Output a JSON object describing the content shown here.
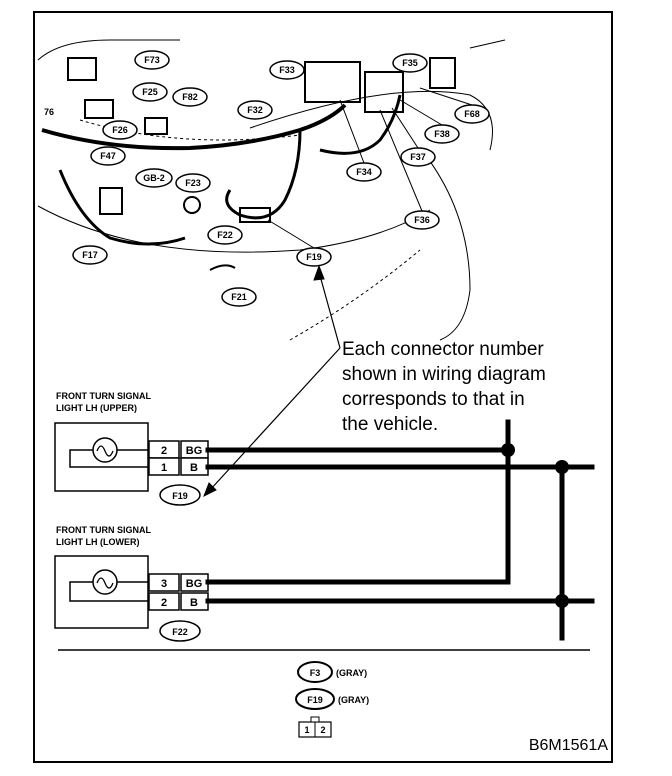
{
  "engine_bay_connectors": [
    "F73",
    "F25",
    "F82",
    "F26",
    "76",
    "F47",
    "GB-2",
    "F23",
    "F17",
    "F22",
    "F19",
    "F21",
    "F33",
    "F32",
    "F35",
    "F34",
    "F68",
    "F38",
    "F37",
    "F36"
  ],
  "callout_note": [
    "Each connector number",
    "shown in wiring diagram",
    "corresponds to that in",
    "the vehicle."
  ],
  "upper_lamp": {
    "title_line1": "FRONT TURN SIGNAL",
    "title_line2": "LIGHT LH (UPPER)",
    "connector": "F19",
    "pins": [
      {
        "pin": "2",
        "color": "BG"
      },
      {
        "pin": "1",
        "color": "B"
      }
    ]
  },
  "lower_lamp": {
    "title_line1": "FRONT TURN SIGNAL",
    "title_line2": "LIGHT LH (LOWER)",
    "connector": "F22",
    "pins": [
      {
        "pin": "3",
        "color": "BG"
      },
      {
        "pin": "2",
        "color": "B"
      }
    ]
  },
  "legend": [
    {
      "connector": "F3",
      "color": "(GRAY)"
    },
    {
      "connector": "F19",
      "color": "(GRAY)"
    }
  ],
  "connector_face": [
    "1",
    "2"
  ],
  "figure_code": "B6M1561A"
}
